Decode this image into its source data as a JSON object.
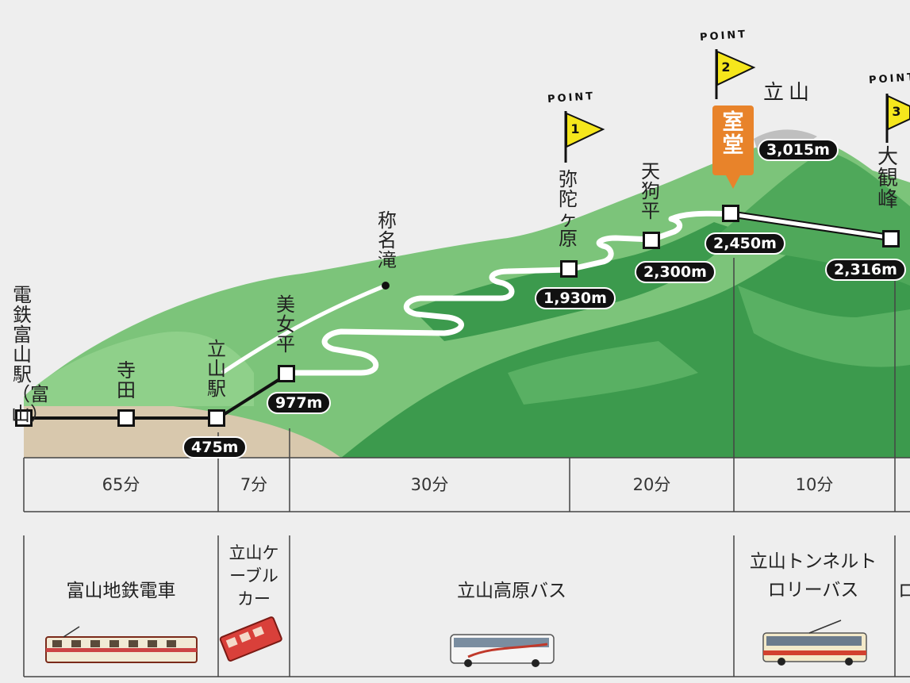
{
  "point_word": "POINT",
  "points": [
    {
      "number": "1"
    },
    {
      "number": "2"
    },
    {
      "number": "3"
    }
  ],
  "places": {
    "dentetsu_toyama": "電鉄富山駅（富山）",
    "terada": "寺田",
    "tateyama_station": "立山駅",
    "bijodaira": "美女平",
    "shomyo_falls": "称名滝",
    "midagahara": "弥陀ヶ原",
    "tengudaira": "天狗平",
    "murodo": "室堂",
    "tateyama": "立山",
    "daikanbo": "大観峰"
  },
  "altitudes": {
    "tateyama_station": "475m",
    "bijodaira": "977m",
    "midagahara": "1,930m",
    "tengudaira": "2,300m",
    "murodo": "2,450m",
    "tateyama": "3,015m",
    "daikanbo": "2,316m"
  },
  "times": [
    "65分",
    "7分",
    "30分",
    "20分",
    "10分"
  ],
  "transports": {
    "toyama_chitetsu": "富山地鉄電車",
    "cable_car": "立山ケーブルカー",
    "highland_bus": "立山高原バス",
    "trolley_bus": "立山トンネルトロリーバス",
    "partial": "ロ"
  },
  "colors": {
    "mountain_light": "#7cc47a",
    "mountain_dark": "#3c9a4d",
    "ground": "#d8c8ad",
    "flag": "#f5e61c",
    "murodo_tag": "#e8832a",
    "label_bg": "#111111"
  }
}
